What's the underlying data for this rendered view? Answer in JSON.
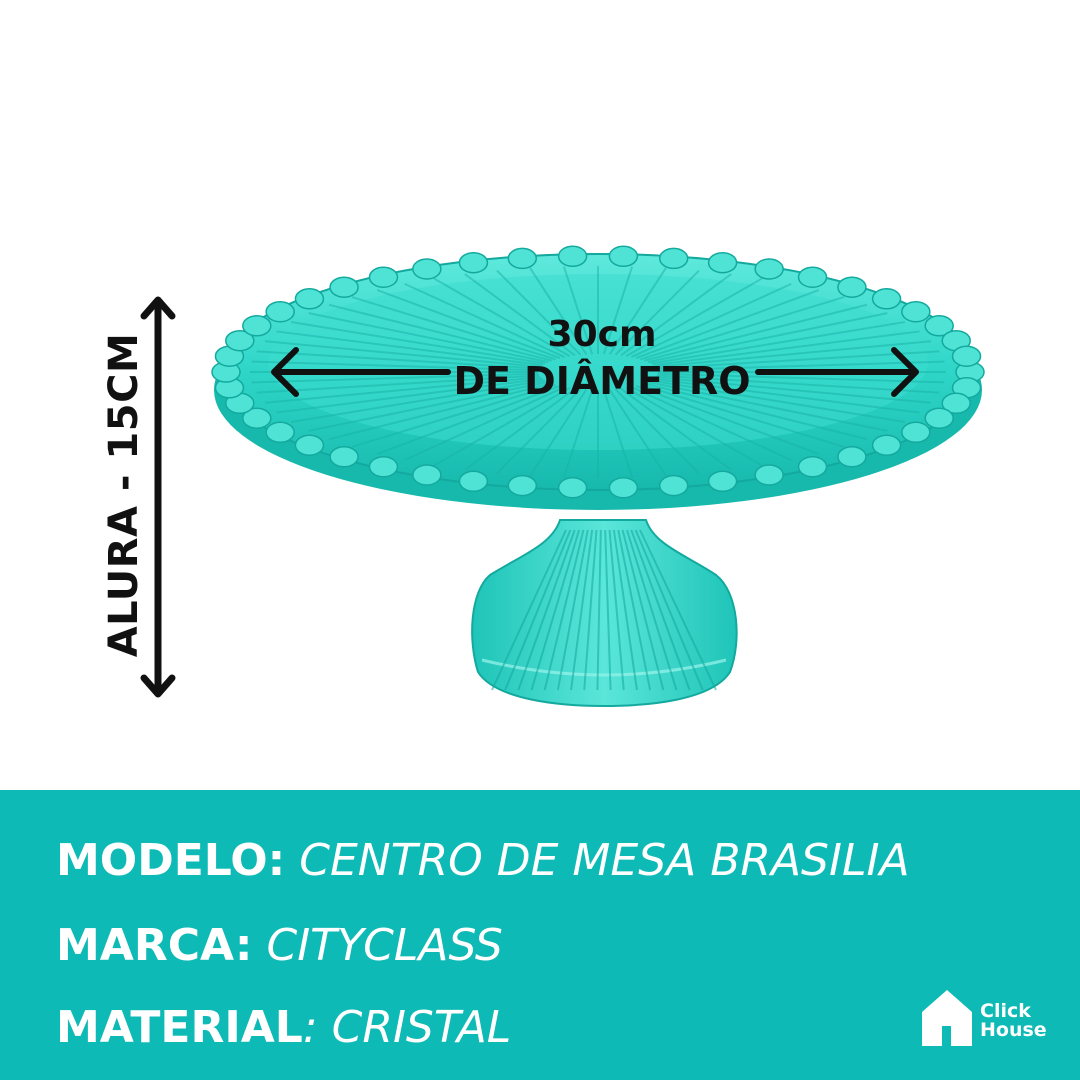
{
  "product_image": {
    "height_label": "ALURA - 15CM",
    "diameter_value": "30cm",
    "diameter_caption": "DE DIÂMETRO",
    "glass_color": "#2ed6c8"
  },
  "specs": [
    {
      "key": "MODELO:",
      "value": "CENTRO DE MESA BRASILIA"
    },
    {
      "key": "MARCA:",
      "value": "CITYCLASS"
    },
    {
      "key": "MATERIAL",
      "value": ": CRISTAL"
    }
  ],
  "brand": {
    "line1": "Click",
    "line2": "House"
  },
  "colors": {
    "band": "#0ebab5",
    "text_dark": "#111111",
    "text_light": "#ffffff"
  }
}
